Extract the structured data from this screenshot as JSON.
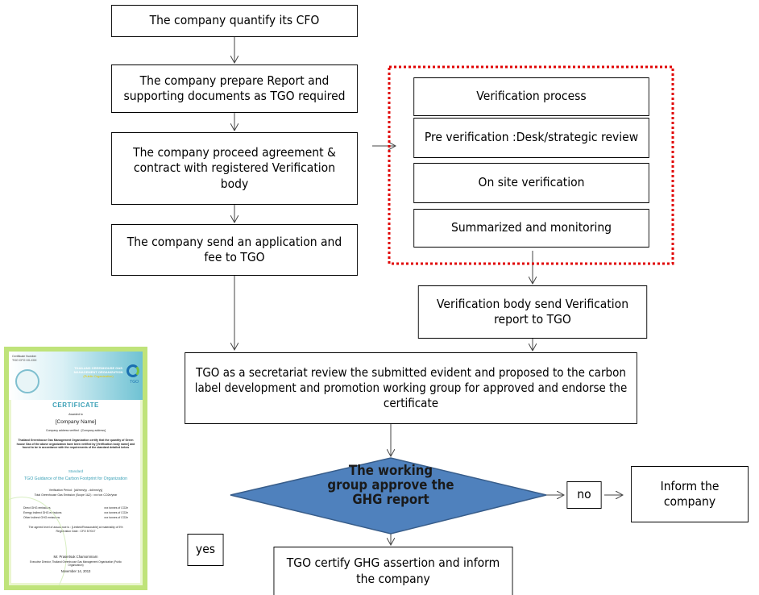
{
  "flow": {
    "step_quantify": "The company quantify its CFO",
    "step_prepare": [
      "The company prepare Report  and",
      "supporting documents as TGO required"
    ],
    "step_agreement": [
      "The company proceed agreement &",
      "contract  with registered Verification",
      "body"
    ],
    "step_application": [
      "The company send an application and",
      "fee  to TGO"
    ],
    "verification_title": "Verification process",
    "verification_pre": "Pre verification :Desk/strategic review",
    "verification_onsite": "On site verification",
    "verification_summary": "Summarized and monitoring",
    "verification_report": [
      "Verification body send Verification",
      "report to TGO"
    ],
    "tgo_review": [
      "TGO as a secretariat review the submitted evident and proposed to the carbon",
      "label development and promotion working group for approved and endorse the",
      "certificate"
    ],
    "decision": [
      "The working",
      "group approve the",
      "GHG report"
    ],
    "no_label": "no",
    "inform": [
      "Inform the",
      "company"
    ],
    "yes_label": "yes",
    "certify": [
      "TGO certify GHG assertion and inform",
      "the  company"
    ]
  },
  "certificate": {
    "number_label": "Certificate Number",
    "number_value": "TGO CFO XX-XXX",
    "org_name": "THAILAND GREENHOUSE GAS MANAGEMENT ORGANIZATION",
    "org_sub": "(Public Organization)",
    "logo_text": "TGO",
    "title": "CERTIFICATE",
    "awarded": "Awarded to",
    "company": "[Company Name]",
    "address": "Company address verified : [Company address]",
    "body": "Thailand Greenhouse Gas Management Organization certify that the quantity of Green house Gas of the above organization have been verified by [Verification body name] and found to be in accordance with the requirements of the standard detailed below",
    "standard": "Standard",
    "guidance": "TGO Guidance of the Carbon Footprint for Organization",
    "period": "Verification Period : [dd/mm/yy - dd/mm/yy]",
    "total": "Total Greenhouse Gas Emission (Scope 1&2) :        xxx       ton CO2e/year",
    "rows": [
      [
        "Direct GHG emissions",
        "xxx tonnes of CO2e"
      ],
      [
        "Energy Indirect GHG emissions",
        "xxx tonnes of CO2e"
      ],
      [
        "Other Indirect GHG emissions",
        "xxx tonnes of CO2e"
      ]
    ],
    "assurance": "The agreed level of assurance is : [Limited/Reasonable] at materiality of 5%",
    "registration": "Registration Date : CFO 57/017",
    "signer": "Mr. Prasertsuk Chamornmarn",
    "signer_title": "Executive Director, Thailand Greenhouse Gas Management Organization (Public Organization)",
    "date": "November 14, 2013"
  },
  "colors": {
    "decision_fill": "#4f81bd",
    "decision_border": "#385d8a",
    "dotted_border": "#e00000",
    "cert_border": "#bfe37a",
    "cert_accent": "#3aa0b6"
  }
}
